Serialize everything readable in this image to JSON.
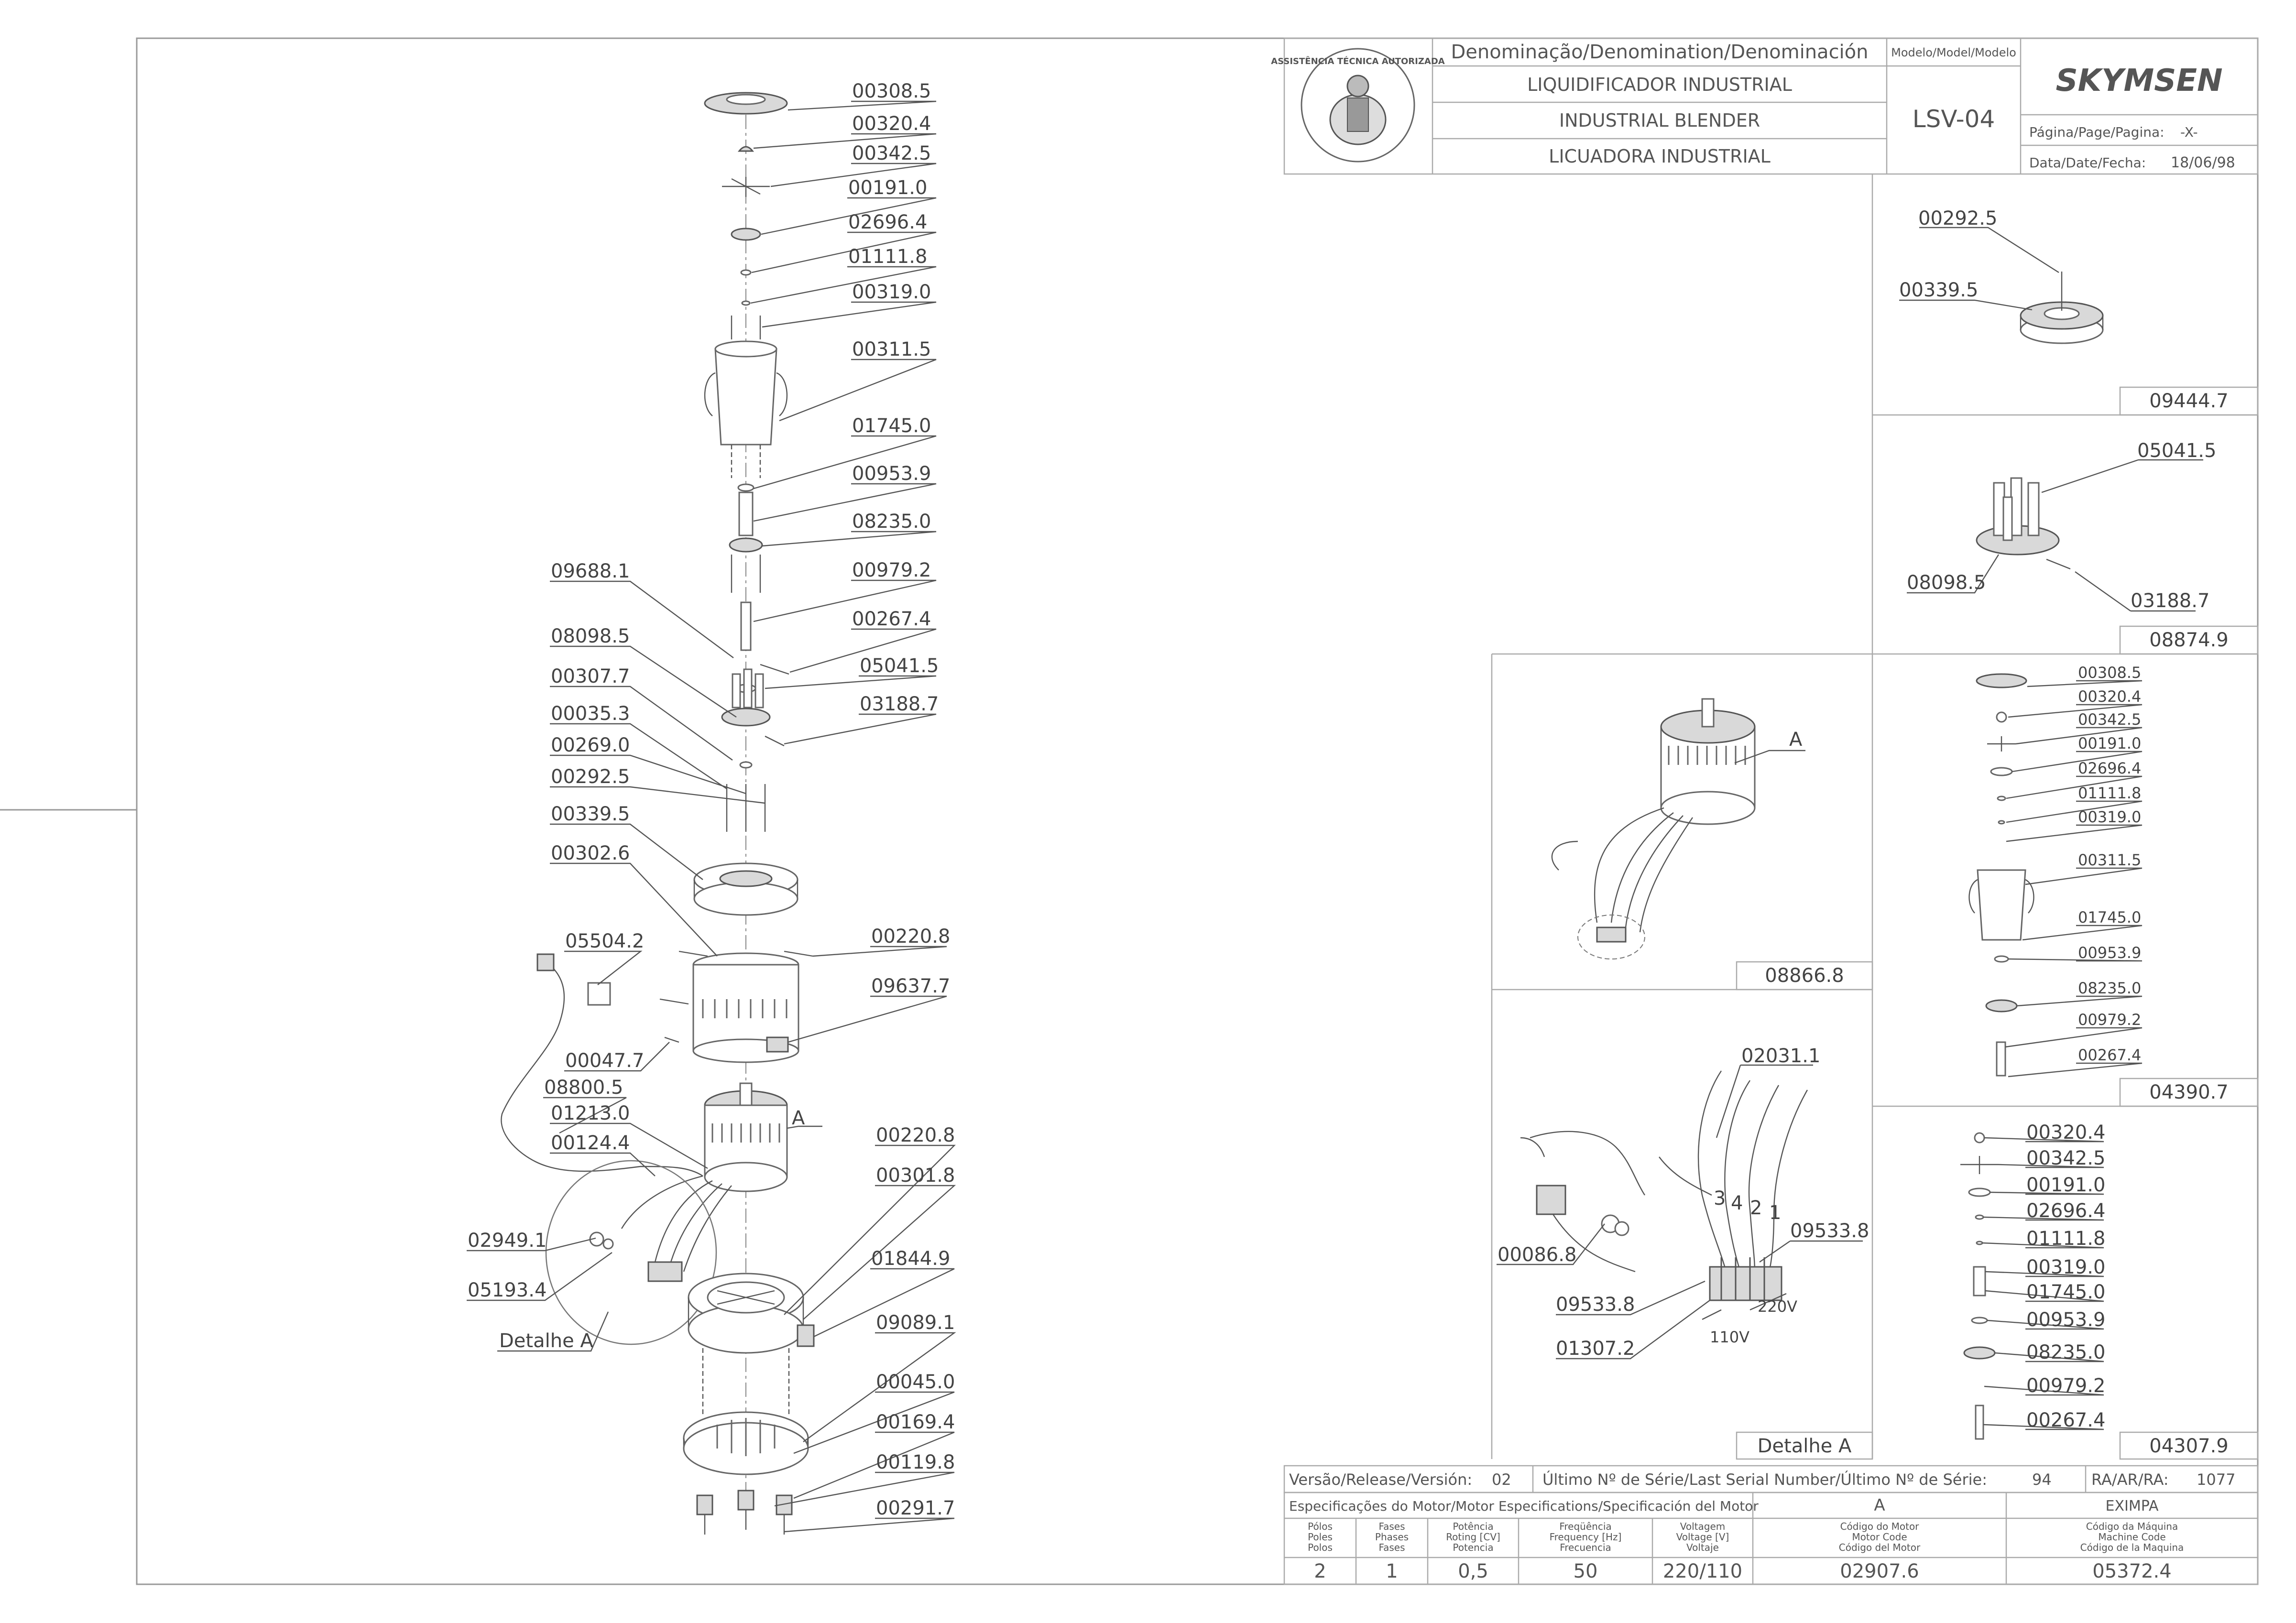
{
  "title_block": {
    "denomination_header": "Denominação/Denomination/Denominación",
    "names": [
      "LIQUIDIFICADOR INDUSTRIAL",
      "INDUSTRIAL BLENDER",
      "LICUADORA INDUSTRIAL"
    ],
    "model_header": "Modelo/Model/Modelo",
    "model_value": "LSV-04",
    "brand": "SKYMSEN",
    "page_label": "Página/Page/Pagina:",
    "page_value": "-X-",
    "date_label": "Data/Date/Fecha:",
    "date_value": "18/06/98",
    "seal_text": "ASSISTÊNCIA TÉCNICA AUTORIZADA"
  },
  "main_labels": {
    "right": [
      "00308.5",
      "00320.4",
      "00342.5",
      "00191.0",
      "02696.4",
      "01111.8",
      "00319.0",
      "00311.5",
      "01745.0",
      "00953.9",
      "08235.0",
      "00979.2",
      "00267.4",
      "05041.5",
      "03188.7",
      "00220.8",
      "09637.7",
      "00220.8",
      "00301.8",
      "01844.9",
      "09089.1",
      "00045.0",
      "00169.4",
      "00119.8",
      "00291.7"
    ],
    "left": [
      "09688.1",
      "08098.5",
      "00307.7",
      "00035.3",
      "00269.0",
      "00292.5",
      "00339.5",
      "00302.6",
      "05504.2",
      "00047.7",
      "08800.5",
      "01213.0",
      "00124.4",
      "02949.1",
      "05193.4"
    ],
    "detail": "Detalhe A",
    "motor_letter": "A"
  },
  "panels": {
    "p09444": {
      "id": "09444.7",
      "labels": [
        "00292.5",
        "00339.5"
      ]
    },
    "p08874": {
      "id": "08874.9",
      "labels": [
        "05041.5",
        "08098.5",
        "03188.7"
      ]
    },
    "p08866": {
      "id": "08866.8",
      "letter": "A"
    },
    "p04390": {
      "id": "04390.7",
      "labels": [
        "00308.5",
        "00320.4",
        "00342.5",
        "00191.0",
        "02696.4",
        "01111.8",
        "00319.0",
        "00311.5",
        "01745.0",
        "00953.9",
        "08235.0",
        "00979.2",
        "00267.4"
      ]
    },
    "pDetail": {
      "id": "Detalhe A",
      "labels": [
        "02031.1",
        "00086.8",
        "09533.8",
        "09533.8",
        "01307.2"
      ],
      "nums": [
        "3",
        "4",
        "2",
        "1"
      ],
      "v110": "110V",
      "v220": "220V"
    },
    "p04307": {
      "id": "04307.9",
      "labels": [
        "00320.4",
        "00342.5",
        "00191.0",
        "02696.4",
        "01111.8",
        "00319.0",
        "01745.0",
        "00953.9",
        "08235.0",
        "00979.2",
        "00267.4"
      ]
    }
  },
  "release_row": {
    "version_label": "Versão/Release/Versión:",
    "version_value": "02",
    "serial_label": "Último Nº de Série/Last Serial Number/Último Nº de Série:",
    "serial_value": "94",
    "ra_label": "RA/AR/RA:",
    "ra_value": "1077"
  },
  "motor_specs": {
    "header": "Especificações do Motor/Motor Especifications/Specificación del Motor",
    "columns": [
      {
        "lines": [
          "Pólos",
          "Poles",
          "Polos"
        ],
        "value": "2"
      },
      {
        "lines": [
          "Fases",
          "Phases",
          "Fases"
        ],
        "value": "1"
      },
      {
        "lines": [
          "Potência",
          "Roting [CV]",
          "Potencia"
        ],
        "value": "0,5"
      },
      {
        "lines": [
          "Freqüência",
          "Frequency [Hz]",
          "Frecuencia"
        ],
        "value": "50"
      },
      {
        "lines": [
          "Voltagem",
          "Voltage [V]",
          "Voltaje"
        ],
        "value": "220/110"
      }
    ],
    "motor_code": {
      "header": "A",
      "lines": [
        "Código do Motor",
        "Motor Code",
        "Código del Motor"
      ],
      "value": "02907.6"
    },
    "machine_code": {
      "header": "EXIMPA",
      "lines": [
        "Código da Máquina",
        "Machine Code",
        "Código de la Maquina"
      ],
      "value": "05372.4"
    }
  }
}
